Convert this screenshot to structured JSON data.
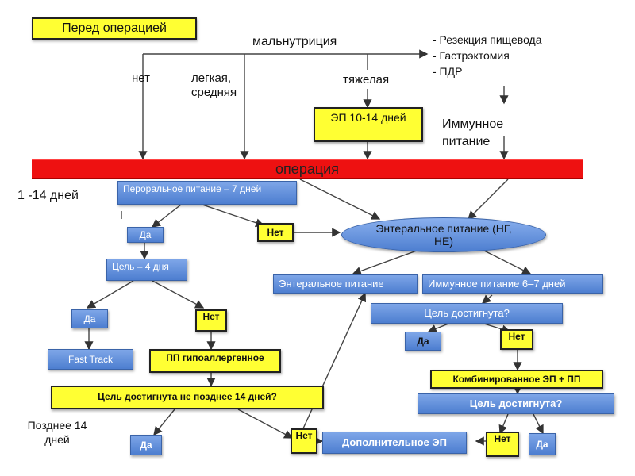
{
  "header": {
    "before_surgery": "Перед операцией"
  },
  "top": {
    "malnutrition": "мальнутриция",
    "none": "нет",
    "mild": "легкая, средняя",
    "severe": "тяжелая",
    "procedures": [
      "- Резекция пищевода",
      "- Гастрэктомия",
      "- ПДР"
    ],
    "pre_enteral": "ЭП 10-14 дней",
    "immune": "Иммунное питание"
  },
  "operation": "операция",
  "days_label": "1 -14 дней",
  "later_label": "Позднее 14 дней",
  "nodes": {
    "oral": "Пероральное питание – 7 дней",
    "yes1": "Да",
    "no1": "Нет",
    "enteral_main": "Энтеральное питание (НГ, НЕ)",
    "goal4": "Цель – 4 дня",
    "enteral": "Энтеральное питание",
    "immune67": "Иммунное питание 6–7 дней",
    "goal_reached": "Цель достигнута?",
    "yes2": "Да",
    "no2": "Нет",
    "yes3": "Да",
    "no3": "Нет",
    "fasttrack": "Fast Track",
    "pp": "ПП гипоаллергенное",
    "combined": "Комбинированное ЭП + ПП",
    "goal14": "Цель достигнута не позднее 14 дней?",
    "goal_reached2": "Цель достигнута?",
    "yes4": "Да",
    "no4": "Нет",
    "additional": "Дополнительное ЭП",
    "no5": "Нет",
    "yes5": "Да"
  }
}
